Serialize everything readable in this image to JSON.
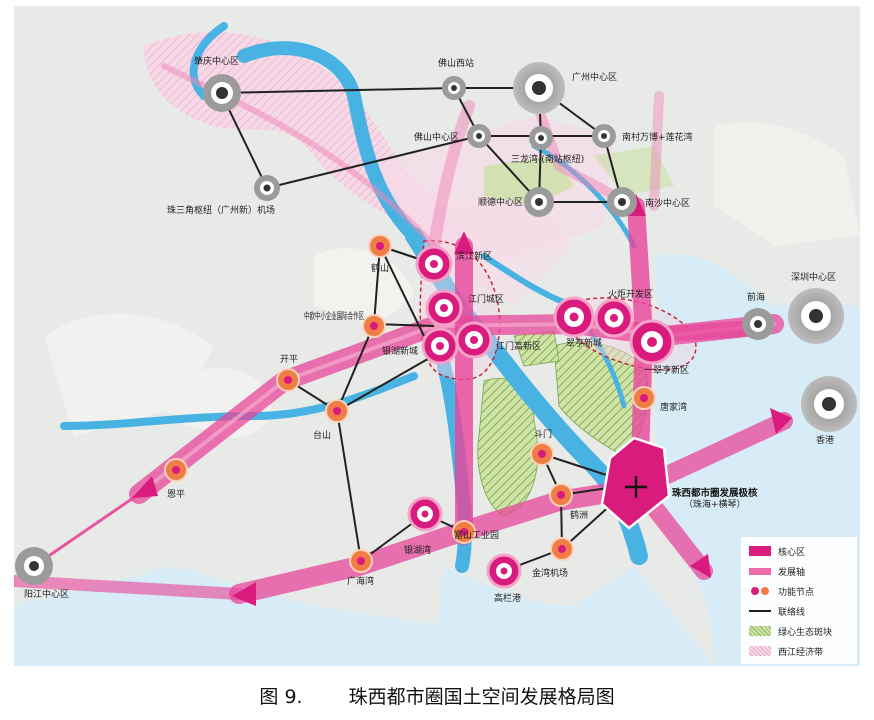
{
  "caption": {
    "figure_no": "图 9.",
    "title": "珠西都市圈国土空间发展格局图"
  },
  "colors": {
    "core": "#d81b7d",
    "axis": "#e8459a",
    "node_orange": "#ef7d45",
    "node_pink": "#d81b7d",
    "gray_node": "#6a6a6a",
    "river": "#48b3e3",
    "green_block": "#b8d78f",
    "west_belt": "#f5cfe0",
    "link_line": "#222222"
  },
  "legend": [
    {
      "key": "core",
      "label": "核心区",
      "icon": "magenta-block"
    },
    {
      "key": "axis",
      "label": "发展轴",
      "icon": "pink-band"
    },
    {
      "key": "nodes",
      "label": "功能节点",
      "icon": "dots-icon"
    },
    {
      "key": "links",
      "label": "联络线",
      "icon": "line-icon"
    },
    {
      "key": "green",
      "label": "绿心生态斑块",
      "icon": "green-hatch"
    },
    {
      "key": "belt",
      "label": "西江经济带",
      "icon": "pink-hatch"
    }
  ],
  "places": {
    "zhaoqing": "肇庆中心区",
    "foshan_west": "佛山西站",
    "guangzhou": "广州中心区",
    "foshan": "佛山中心区",
    "sanlong": "三龙湾-(南站枢纽)",
    "nancun": "南村万博+莲花湾",
    "shunde": "顺德中心区",
    "nansha": "南沙中心区",
    "airport": "珠三角枢纽（广州新）机场",
    "heshan": "鹤山",
    "binjiang": "滨江新区",
    "jiangmen_city": "江门城区",
    "cuiheng": "火炬开发区",
    "qianhai": "前海",
    "shenzhen": "深圳中心区",
    "sme_park": "中欧中小企业国际合作区",
    "yindu": "银湖新城",
    "jm_highspeed": "江门高新区",
    "cuiheng2": "翠亨新城",
    "cuiheng_new": "一翠亨新区",
    "kaiping": "开平",
    "tangjia": "唐家湾",
    "taishan": "台山",
    "hk": "香港",
    "doumen": "斗门",
    "enping": "恩平",
    "zhuxi_hub": "珠西都市圈发展极核",
    "zhuxi_hub_sub": "（珠海+横琴）",
    "gaolan_ind": "富山工业园",
    "hexin": "鹤洲",
    "yinhu": "银湖湾",
    "jinwan": "金湾机场",
    "guanghai": "广海湾",
    "gaolan": "高栏港",
    "yangjiang": "阳江中心区"
  }
}
